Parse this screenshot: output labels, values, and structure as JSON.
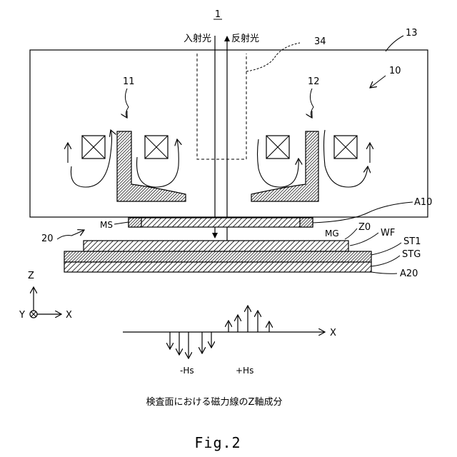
{
  "figure": {
    "device_number": "1",
    "incident_light": "入射光",
    "reflected_light": "反射光",
    "caption_jp": "検査面における磁力線のZ軸成分",
    "fig_label": "Fig.2"
  },
  "references": {
    "r34": "34",
    "r13": "13",
    "r10": "10",
    "r11": "11",
    "r12": "12",
    "a10": "A10",
    "ms": "MS",
    "r20": "20",
    "mg": "MG",
    "z0": "Z0",
    "wf": "WF",
    "st1": "ST1",
    "stg": "STG",
    "a20": "A20"
  },
  "axes": {
    "z": "Z",
    "y": "Y",
    "x": "X",
    "graph_x": "X"
  },
  "field_graph": {
    "neg_label": "-Hs",
    "pos_label": "+Hs"
  }
}
